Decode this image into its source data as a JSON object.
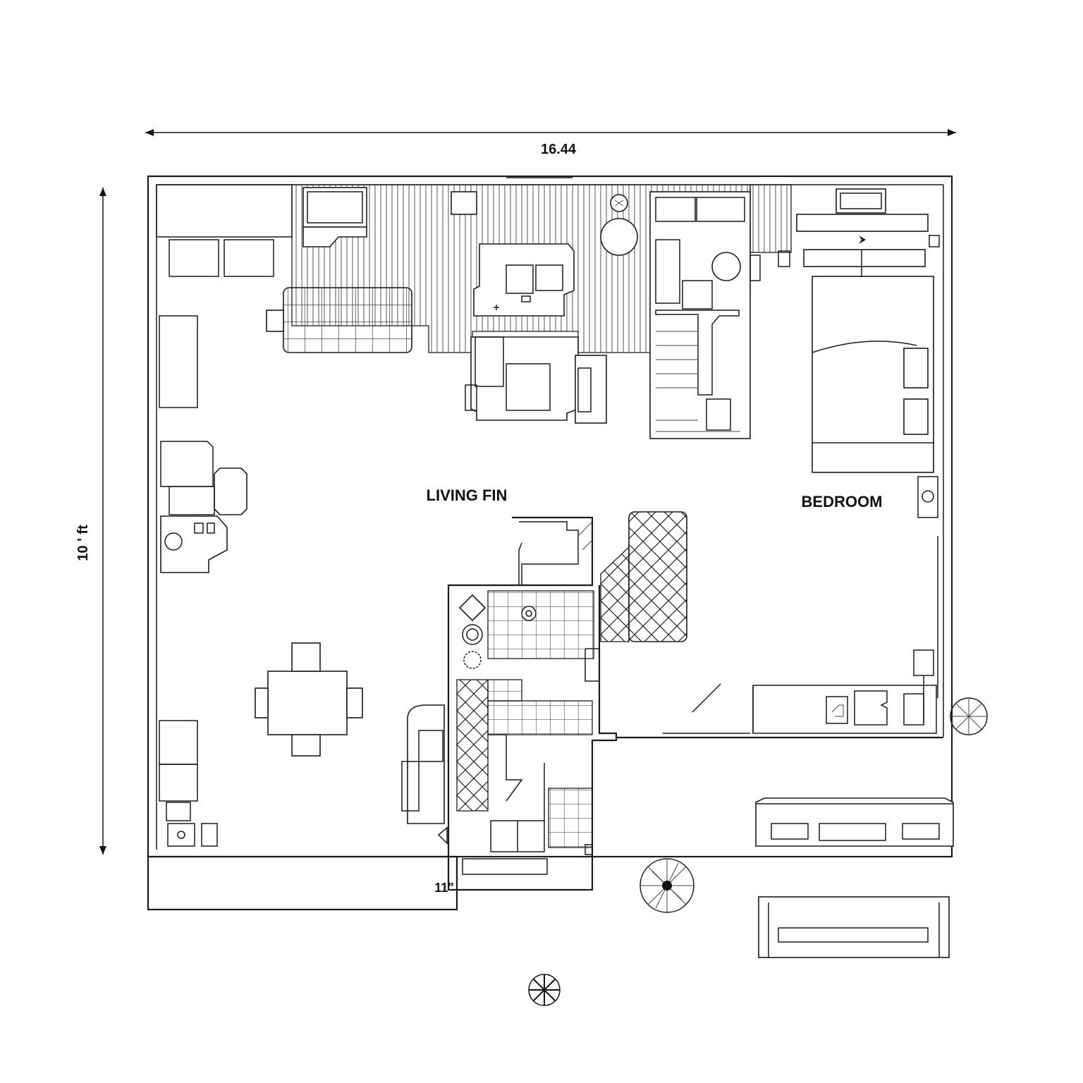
{
  "dimensions": {
    "width_label": "16.44",
    "height_label": "10 ' ft",
    "small_label": "11\""
  },
  "rooms": {
    "living": "LIVING FIN",
    "bedroom": "BEDROOM"
  },
  "icons": [
    "compass-rose-icon",
    "shrub-icon",
    "bed-icon",
    "dining-table-icon",
    "sofa-icon"
  ]
}
